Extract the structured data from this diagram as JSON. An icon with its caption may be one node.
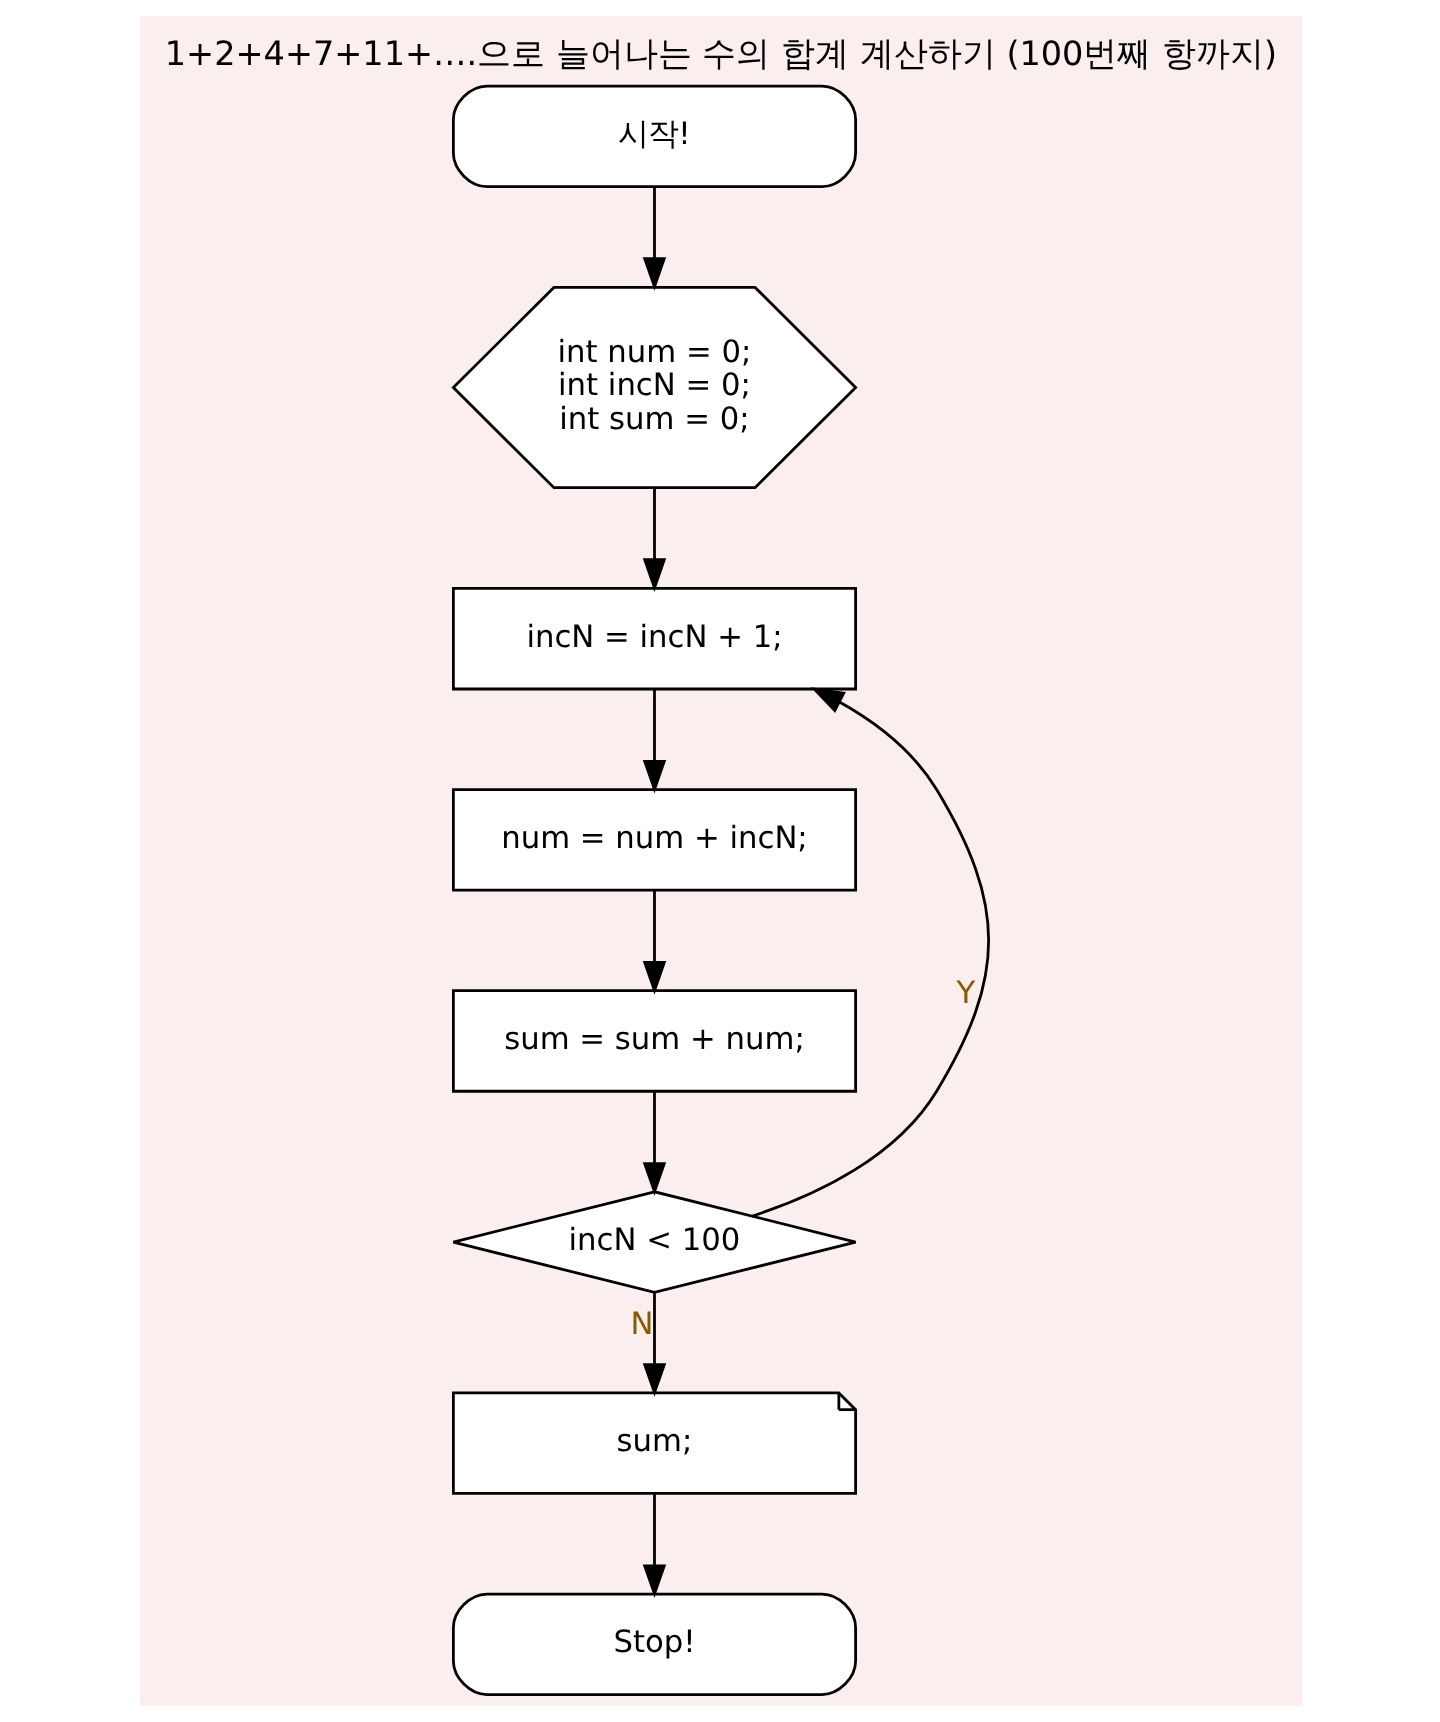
{
  "diagram": {
    "title": "1+2+4+7+11+….으로 늘어나는 수의 합계 계산하기 (100번째 항까지)",
    "nodes": [
      {
        "text": [
          "시작!"
        ]
      },
      {
        "text": [
          "int num = 0; int incN = 0; int sum = 0;"
        ]
      },
      {
        "text": [
          "incN = incN + 1;"
        ]
      },
      {
        "text": [
          "num = num + incN;"
        ]
      },
      {
        "text": [
          "sum = sum + num;"
        ]
      },
      {
        "text": [
          "incN < 100"
        ]
      },
      {
        "text": [
          "sum;"
        ]
      },
      {
        "text": [
          "Stop!"
        ]
      }
    ],
    "edges": [
      {
        "from": 0,
        "to": 1,
        "arrow": "to"
      },
      {
        "from": 1,
        "to": 2,
        "arrow": "to"
      },
      {
        "from": 2,
        "to": 3,
        "arrow": "to"
      },
      {
        "from": 3,
        "to": 4,
        "arrow": "to"
      },
      {
        "from": 4,
        "to": 5,
        "arrow": "to"
      },
      {
        "from": 5,
        "to": 2,
        "arrow": "to",
        "label": "Y"
      },
      {
        "from": 5,
        "to": 6,
        "arrow": "to",
        "label": "N"
      },
      {
        "from": 6,
        "to": 7,
        "arrow": "to"
      }
    ]
  }
}
